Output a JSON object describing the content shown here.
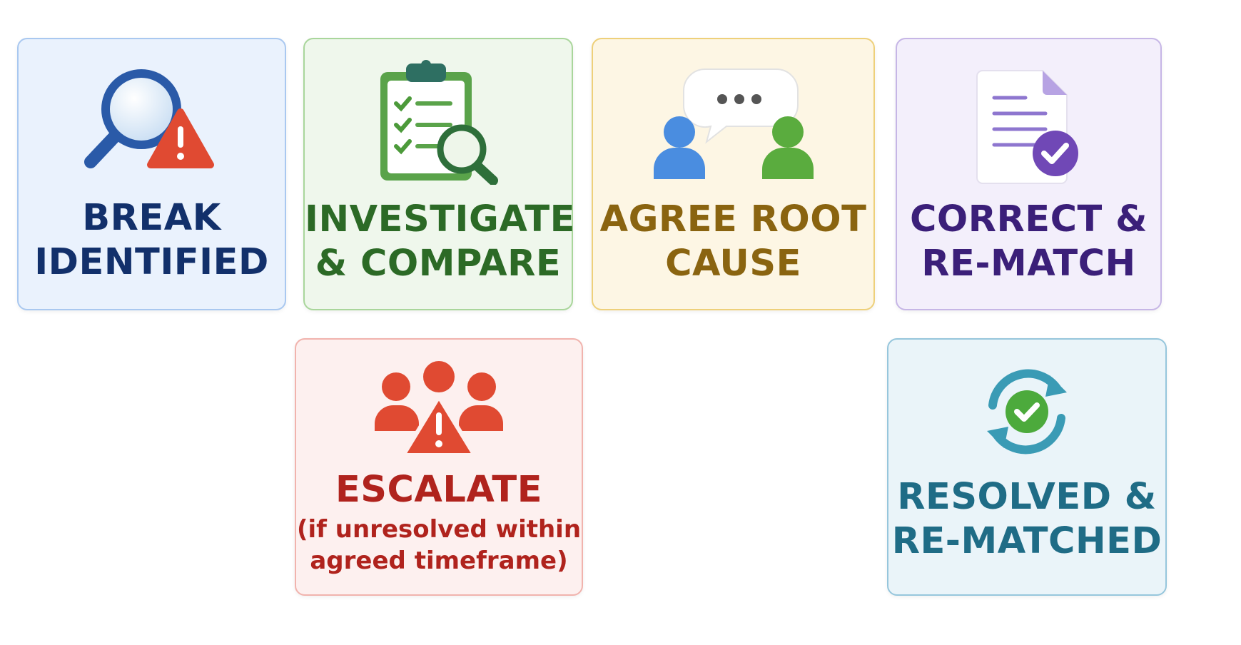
{
  "steps": {
    "break": {
      "line1": "BREAK",
      "line2": "IDENTIFIED",
      "color": "#12306b"
    },
    "investigate": {
      "line1": "INVESTIGATE",
      "line2": "& COMPARE",
      "color": "#2c6a26"
    },
    "agree": {
      "line1": "AGREE ROOT",
      "line2": "CAUSE",
      "color": "#8a6410"
    },
    "correct": {
      "line1": "CORRECT &",
      "line2": "RE-MATCH",
      "color": "#3b1f79"
    },
    "escalate": {
      "line1": "ESCALATE",
      "sub1": "(if unresolved within",
      "sub2": "agreed timeframe)",
      "color": "#b0231d"
    },
    "resolved": {
      "line1": "RESOLVED &",
      "line2": "RE-MATCHED",
      "color": "#1f6c86"
    }
  },
  "icons": {
    "break": "magnifier-warning-icon",
    "investigate": "checklist-magnifier-icon",
    "agree": "people-chat-icon",
    "correct": "document-check-icon",
    "escalate": "group-warning-icon",
    "resolved": "sync-check-icon"
  }
}
